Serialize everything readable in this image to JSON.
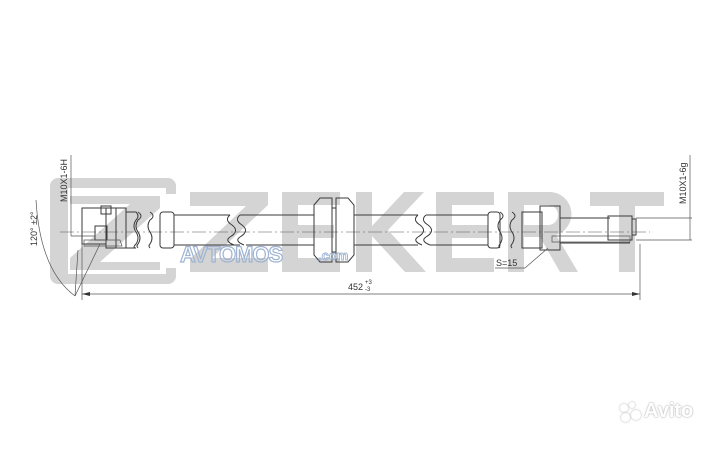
{
  "drawing": {
    "subject": "brake hose technical drawing",
    "left_thread_label": "M10X1-6H",
    "right_thread_label": "M10X1-6g",
    "angle_label": "120° ±2°",
    "length_label": "452",
    "length_tolerance_upper": "+3",
    "length_tolerance_lower": "-3",
    "wrench_size_label": "S=15"
  },
  "watermarks": {
    "brand": "ZEKERT",
    "site": "AVTOMOS",
    "site_suffix": ".com",
    "marketplace": "Avito"
  },
  "colors": {
    "background": "#ffffff",
    "line": "#3a3a3a",
    "brand_watermark": "#d4d4d4",
    "site_watermark": "#9fb4d2"
  }
}
